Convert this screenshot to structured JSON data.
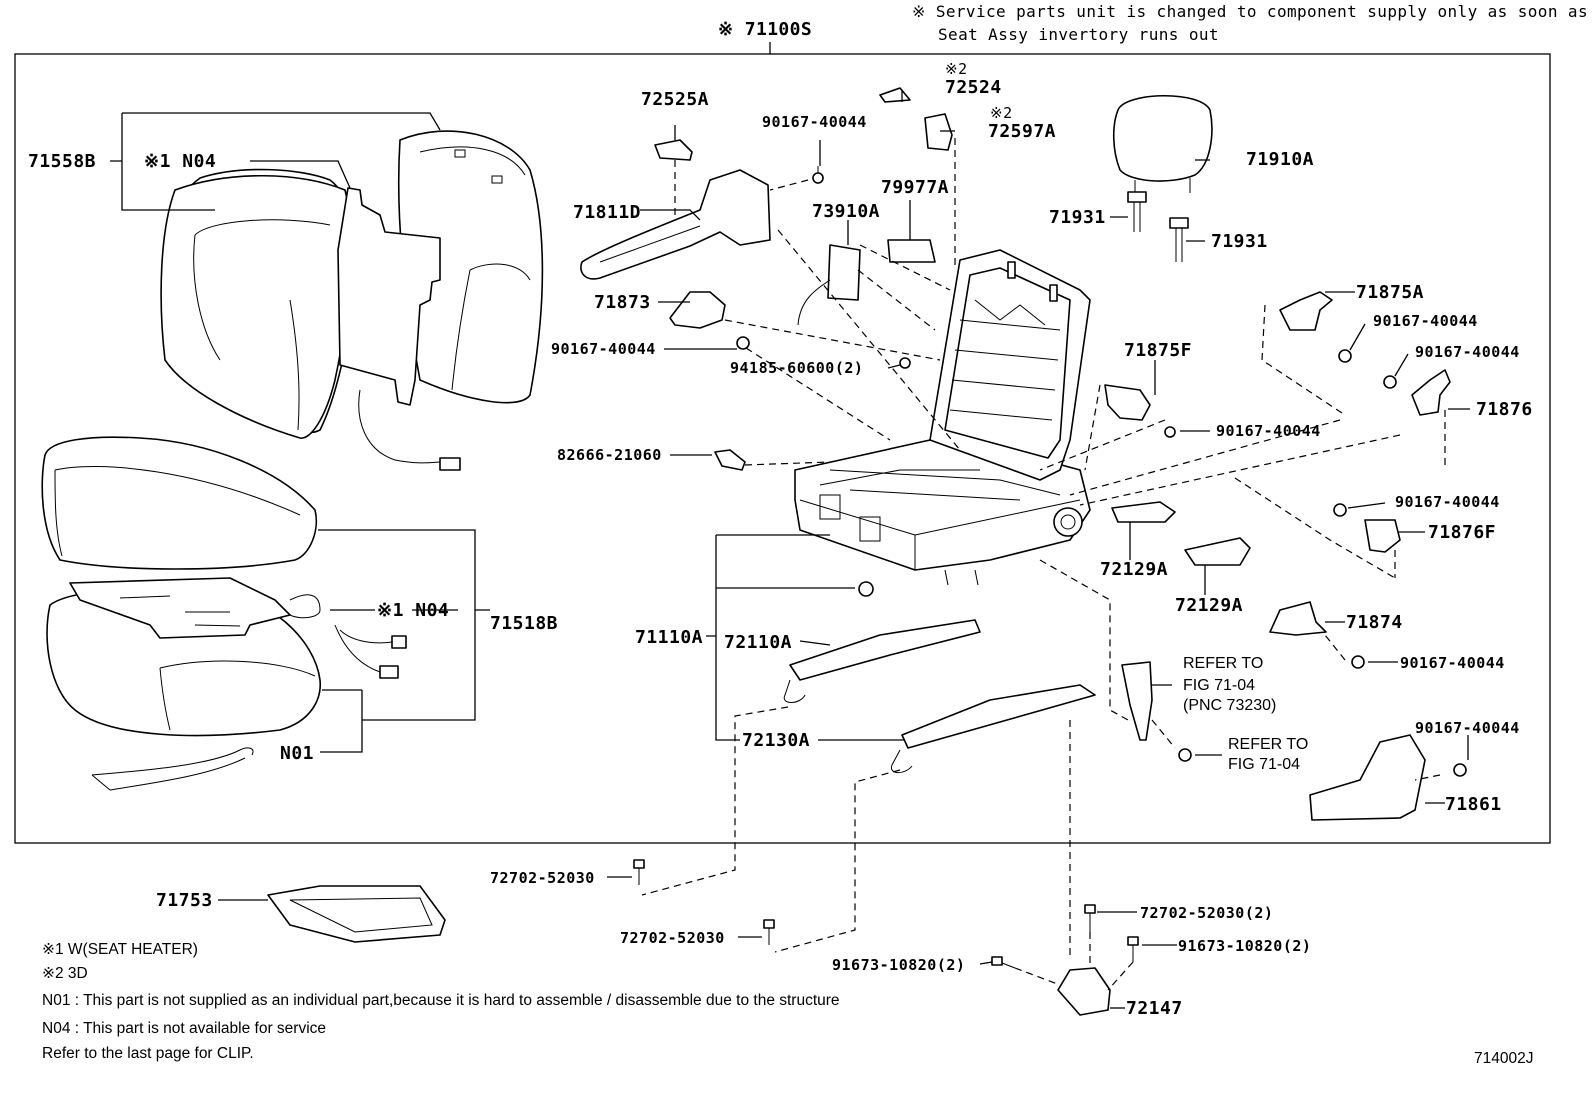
{
  "header": {
    "assembly_code": "※ 71100S",
    "service_note_line1": "※ Service parts unit is changed to component supply only as soon as",
    "service_note_line2": "Seat Assy invertory runs out"
  },
  "parts": {
    "p71558B": "71558B",
    "p71558B_n04": "※1 N04",
    "p72525A": "72525A",
    "p90167_a": "90167-40044",
    "p72524_mark": "※2",
    "p72524": "72524",
    "p72597A_mark": "※2",
    "p72597A": "72597A",
    "p71910A": "71910A",
    "p71811D": "71811D",
    "p79977A": "79977A",
    "p73910A": "73910A",
    "p71931_a": "71931",
    "p71931_b": "71931",
    "p71873": "71873",
    "p90167_b": "90167-40044",
    "p94185": "94185-60600(2)",
    "p71875A": "71875A",
    "p90167_c": "90167-40044",
    "p90167_d": "90167-40044",
    "p71875F": "71875F",
    "p71876": "71876",
    "p90167_e": "90167-40044",
    "p82666": "82666-21060",
    "p90167_f": "90167-40044",
    "p71876F": "71876F",
    "p72129A_a": "72129A",
    "p72129A_b": "72129A",
    "p71518B_n04": "※1 N04",
    "p71518B": "71518B",
    "p71110A": "71110A",
    "p72110A": "72110A",
    "p71874": "71874",
    "p90167_g": "90167-40044",
    "p72130A": "72130A",
    "pN01": "N01",
    "p90167_h": "90167-40044",
    "p71861": "71861",
    "p72702_a": "72702-52030",
    "p71753": "71753",
    "p72702_b": "72702-52030",
    "p72702_c": "72702-52030(2)",
    "p91673_a": "91673-10820(2)",
    "p91673_b": "91673-10820(2)",
    "p72147": "72147"
  },
  "references": {
    "ref1_line1": "REFER TO",
    "ref1_line2": "FIG 71-04",
    "ref1_line3": "(PNC 73230)",
    "ref2_line1": "REFER TO",
    "ref2_line2": "FIG 71-04"
  },
  "footnotes": {
    "n1": "※1  W(SEAT HEATER)",
    "n2": "※2  3D",
    "n01": "N01 : This part is not supplied as an individual part,because it is hard to assemble / disassemble due to the structure",
    "n04": "N04 : This part is not available for service",
    "clip": "Refer to the last page for CLIP."
  },
  "figure_code": "714002J"
}
